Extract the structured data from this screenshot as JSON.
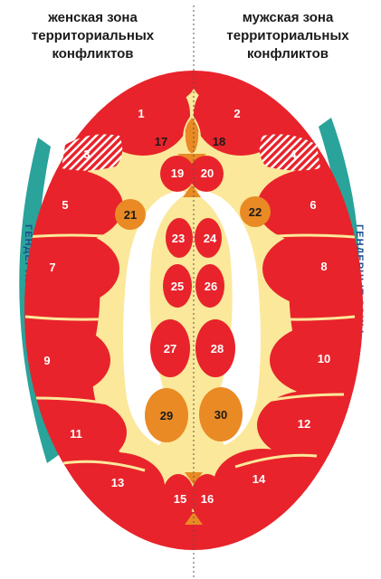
{
  "header": {
    "left": [
      "женская зона",
      "территориальных",
      "конфликтов"
    ],
    "right": [
      "мужская зона",
      "территориальных",
      "конфликтов"
    ]
  },
  "side_label_left": "ГЕНДЕРНЫЕ ЗОНЫ",
  "side_label_right": "ГЕНДЕРНЫЕ ЗОНЫ",
  "colors": {
    "outer_red": "#e8232b",
    "inner_yellow": "#fbe89a",
    "orange": "#e98a24",
    "teal": "#2aa39a",
    "white": "#ffffff"
  },
  "zones": [
    "1",
    "2",
    "3",
    "4",
    "5",
    "6",
    "7",
    "8",
    "9",
    "10",
    "11",
    "12",
    "13",
    "14",
    "15",
    "16",
    "17",
    "18",
    "19",
    "20",
    "21",
    "22",
    "23",
    "24",
    "25",
    "26",
    "27",
    "28",
    "29",
    "30"
  ]
}
